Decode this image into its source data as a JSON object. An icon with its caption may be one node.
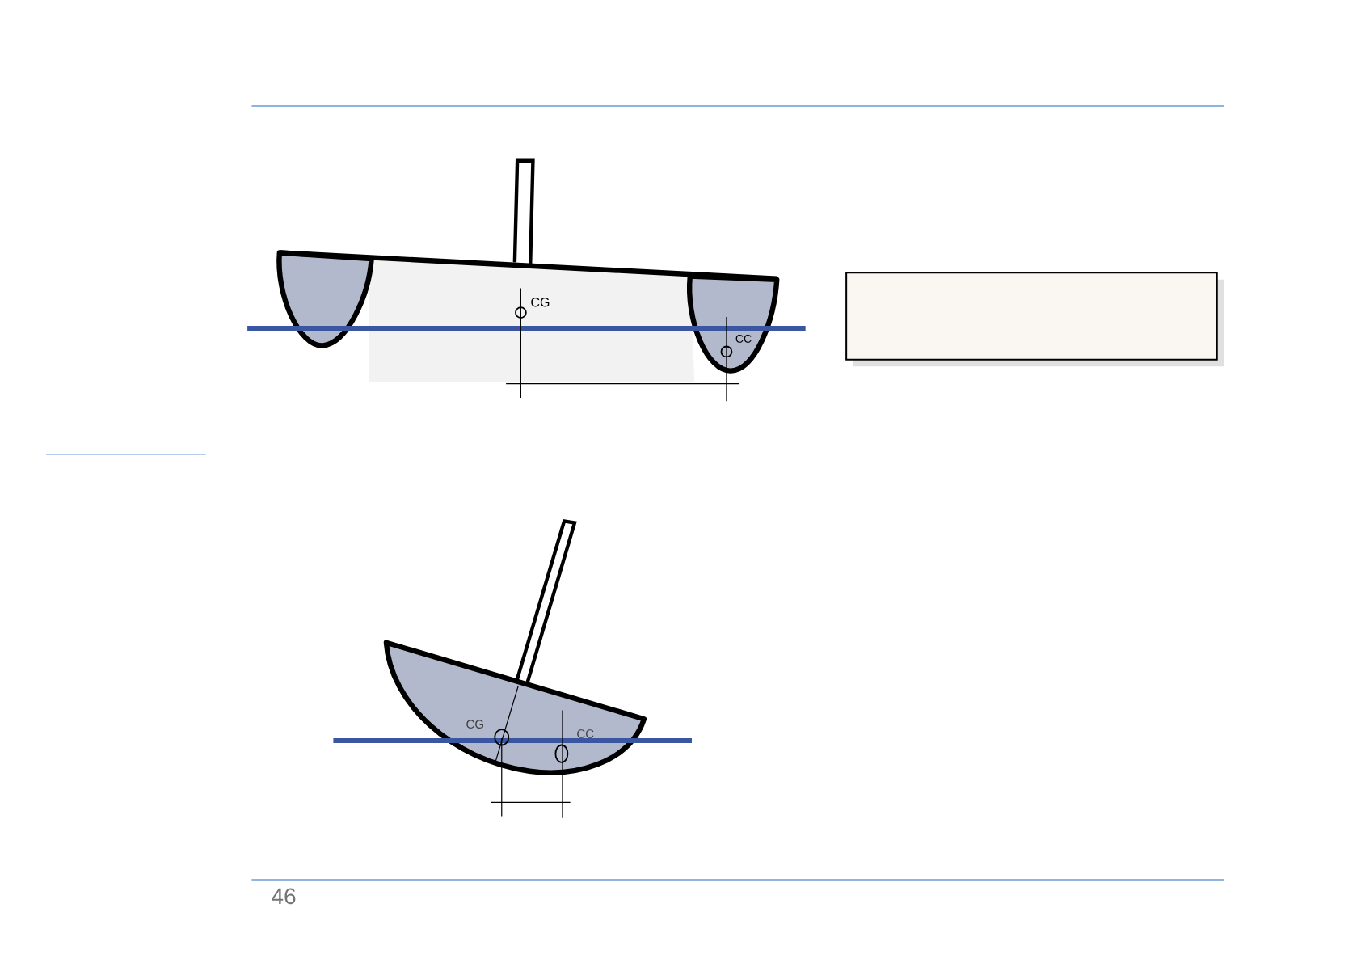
{
  "diagram": {
    "labels": [
      "CG",
      "CC",
      "CG",
      "CC",
      "46"
    ]
  }
}
